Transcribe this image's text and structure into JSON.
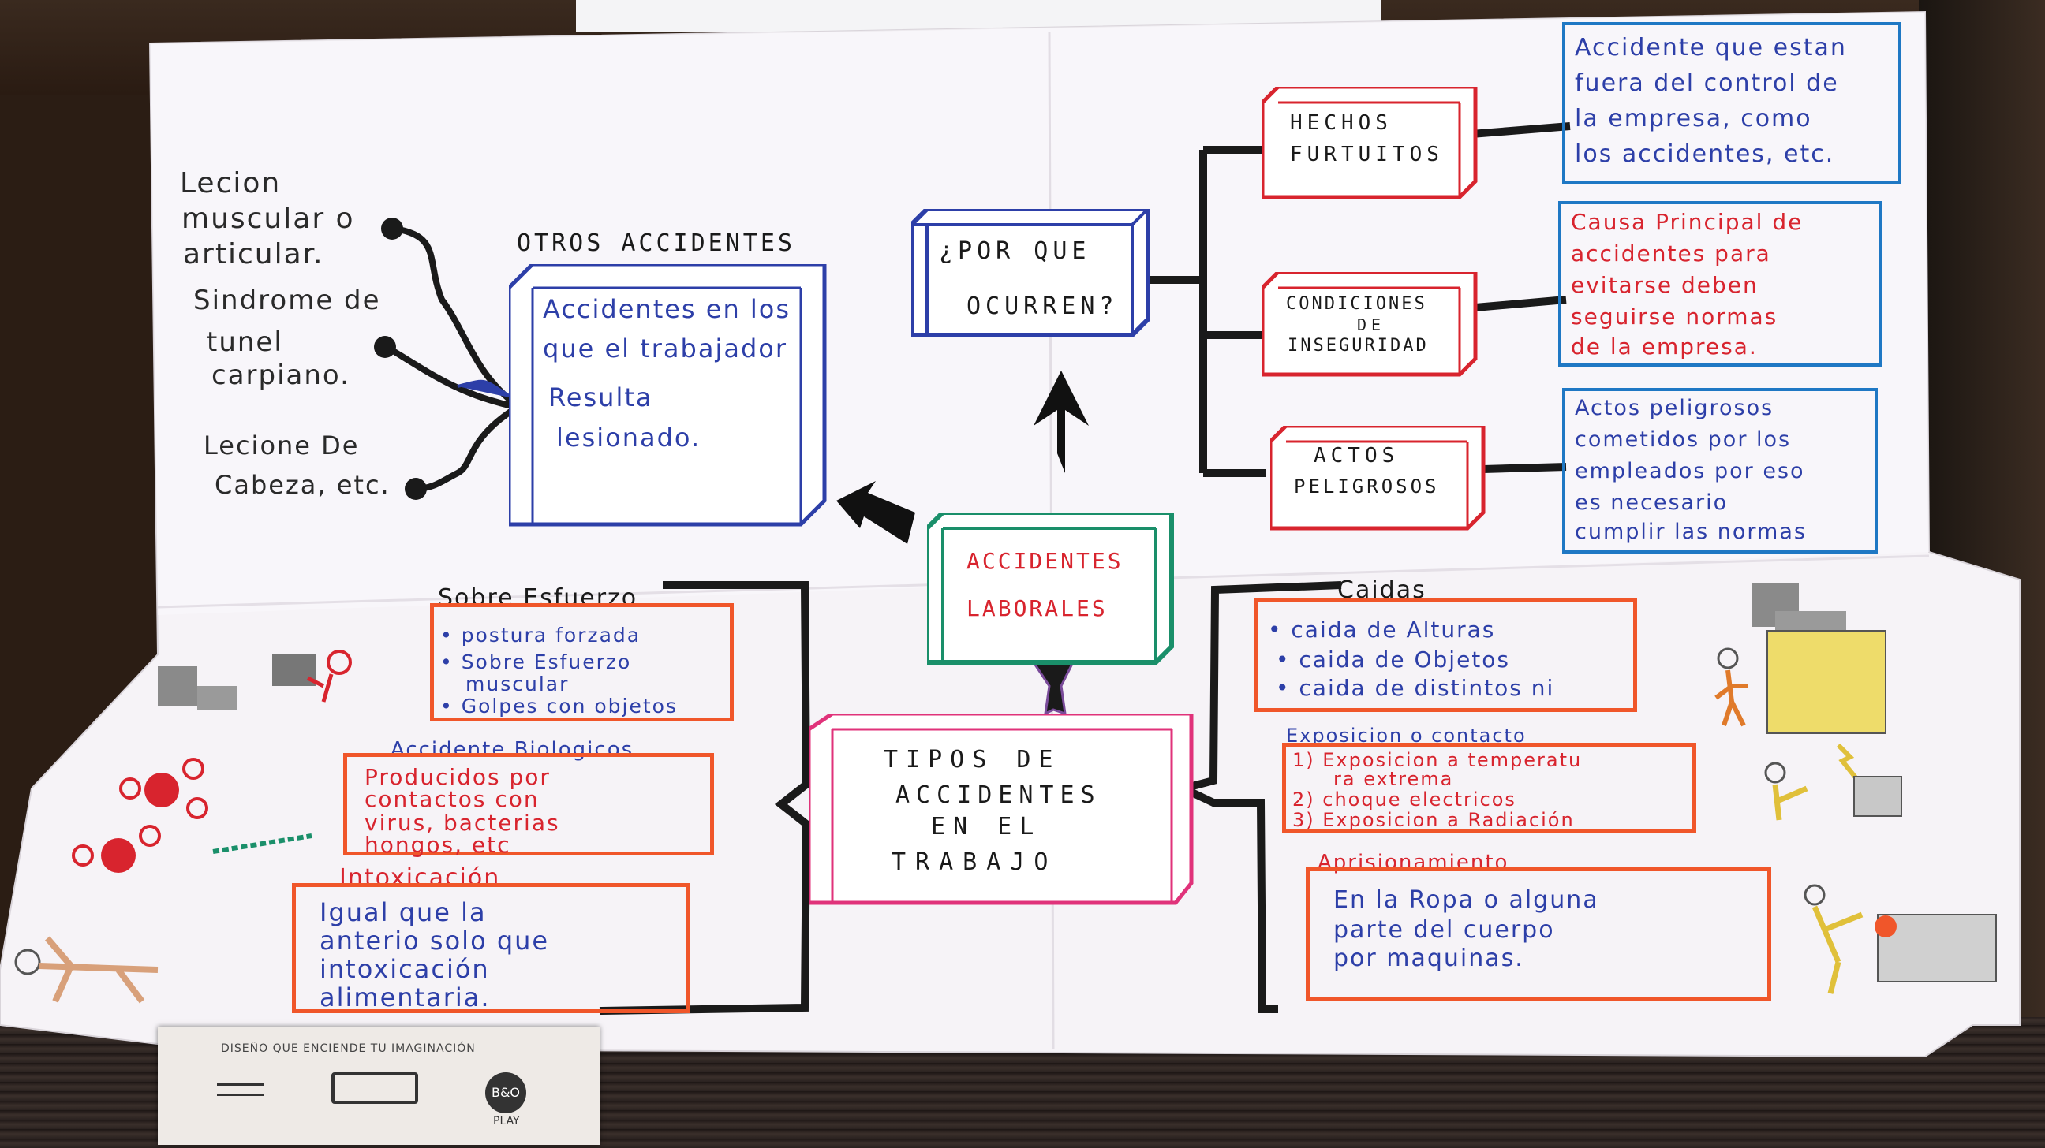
{
  "concept_map": {
    "center": {
      "title": "ACCIDENTES LABORALES"
    },
    "why": {
      "question": [
        "¿POR QUE",
        "OCURREN?"
      ],
      "causes": [
        {
          "label": [
            "HECHOS",
            "FURTUITOS"
          ],
          "desc": [
            "Accidente que estan",
            "fuera del control de",
            "la empresa, como",
            "los accidentes, etc."
          ]
        },
        {
          "label": [
            "CONDICIONES",
            "DE",
            "INSEGURIDAD"
          ],
          "desc": [
            "Causa Principal de",
            "accidentes para",
            "evitarse deben",
            "seguirse normas",
            "de la empresa."
          ]
        },
        {
          "label": [
            "ACTOS",
            "PELIGROSOS"
          ],
          "desc": [
            "Actos peligrosos",
            "cometidos por los",
            "empleados por eso",
            "es necesario",
            "cumplir las normas"
          ]
        }
      ]
    },
    "others": {
      "title": "OTROS ACCIDENTES",
      "desc": [
        "Accidentes en los",
        "que el trabajador",
        "Resulta",
        "lesionado."
      ],
      "examples": [
        [
          "Lecion",
          "muscular o",
          "articular."
        ],
        [
          "Sindrome de",
          "tunel",
          "carpiano."
        ],
        [
          "Lecione De",
          "Cabeza, etc."
        ]
      ]
    },
    "types": {
      "title": [
        "TIPOS DE",
        "ACCIDENTES",
        "EN EL",
        "TRABAJO"
      ],
      "left": [
        {
          "heading": "Sobre Esfuerzo",
          "lines": [
            "• postura forzada",
            "• Sobre Esfuerzo",
            "muscular",
            "• Golpes con objetos"
          ]
        },
        {
          "heading": "Accidente Biologicos",
          "lines": [
            "Producidos por",
            "contactos con",
            "virus, bacterias",
            "hongos, etc"
          ]
        },
        {
          "heading": "Intoxicación",
          "lines": [
            "Igual que la",
            "anterio solo que",
            "intoxicación",
            "alimentaria."
          ]
        }
      ],
      "right": [
        {
          "heading": "Caidas",
          "lines": [
            "• caida de Alturas",
            "• caida de Objetos",
            "• caida de distintos ni"
          ]
        },
        {
          "heading": "Exposicion o contacto",
          "lines": [
            "1) Exposicion a temperatu",
            "ra extrema",
            "2) choque electricos",
            "3) Exposicion a Radiación"
          ]
        },
        {
          "heading": "Aprisionamiento",
          "lines": [
            "En la Ropa o alguna",
            "parte del cuerpo",
            "por maquinas."
          ]
        }
      ]
    }
  },
  "flyer": {
    "title": "DISEÑO QUE ENCIENDE TU IMAGINACIÓN",
    "badge": "B&O",
    "badge_sub": "PLAY"
  },
  "colors": {
    "blue": "#2d3fa8",
    "red": "#d8242e",
    "green": "#1a8f6a",
    "pink": "#e0327a",
    "orange": "#f0562a",
    "black": "#1a1a1a",
    "teal_blue": "#1f78c4"
  }
}
